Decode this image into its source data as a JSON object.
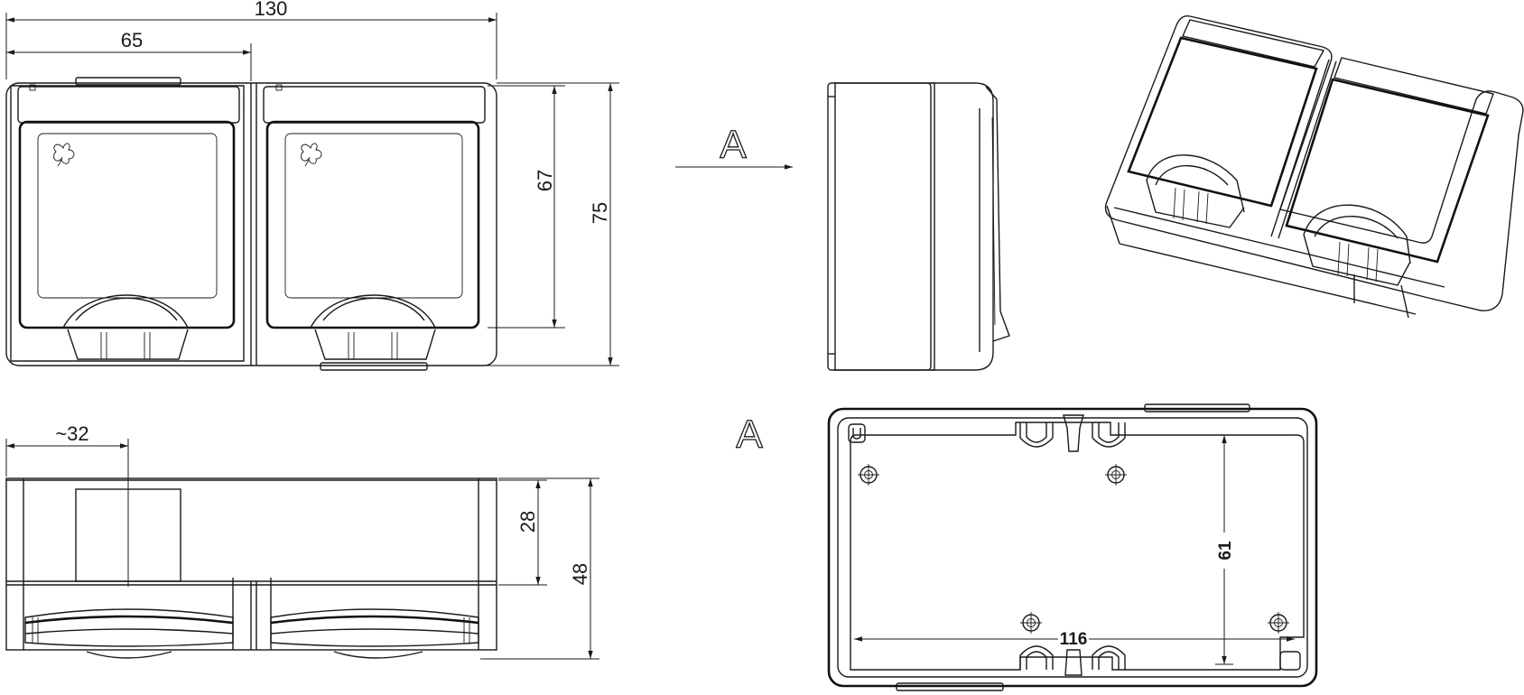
{
  "drawing": {
    "dimensions": {
      "total_width": "130",
      "module_width": "65",
      "inner_height": "67",
      "total_height": "75",
      "bottom_offset": "~32",
      "side_depth_partial": "28",
      "side_depth_total": "48",
      "mount_height": "61",
      "mount_width": "116"
    },
    "view_label_arrow": "A",
    "view_label_section": "A"
  }
}
